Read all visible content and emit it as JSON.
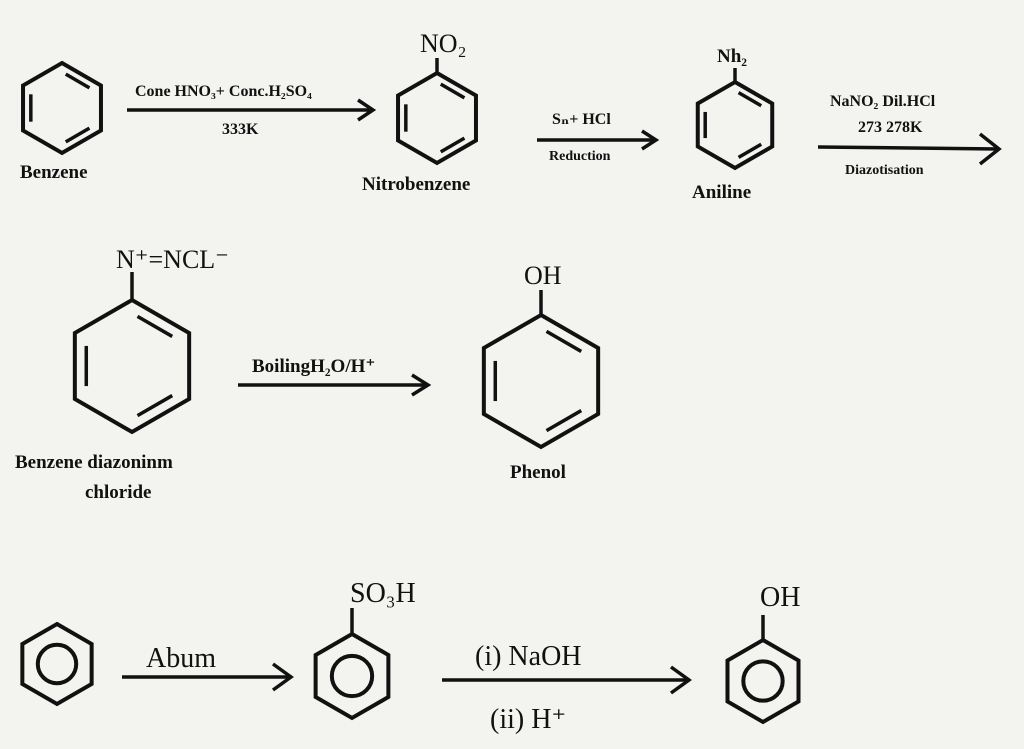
{
  "row1": {
    "benzene_label": "Benzene",
    "step1_reagents": "Cone HNO₃+  Conc.H₂SO₄",
    "step1_conditions": "333K",
    "nitro_group": "NO₂",
    "nitrobenzene_label": "Nitrobenzene",
    "step2_reagents": "Sₙ+ HCl",
    "step2_conditions": "Reduction",
    "amine_group": "Nh₂",
    "aniline_label": "Aniline",
    "step3_reagents": "NaNO₂  Dil.HCl",
    "step3_temperature": "273  278K",
    "step3_conditions": "Diazotisation"
  },
  "row2": {
    "diazonium_group": "N⁺=NCL⁻",
    "diazonium_label_line1": "Benzene diazoninm",
    "diazonium_label_line2": "chloride",
    "step4_reagents": "BoilingH₂O/H⁺",
    "hydroxyl_group": "OH",
    "phenol_label": "Phenol"
  },
  "row3": {
    "step5_reagents": "Abum",
    "sulfonic_group": "SO₃H",
    "step6_reagents_1": "(i) NaOH",
    "step6_reagents_2": "(ii) H⁺",
    "hydroxyl_group": "OH"
  }
}
